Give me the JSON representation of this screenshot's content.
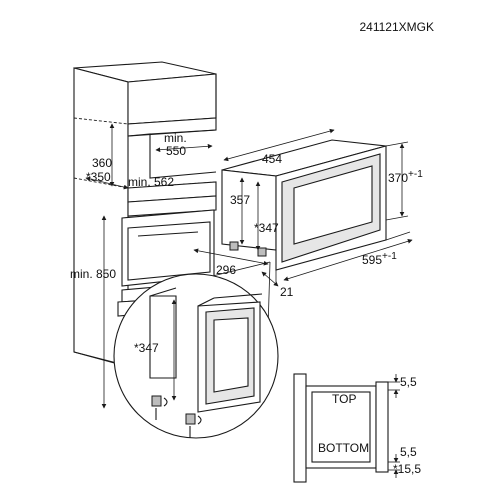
{
  "reference_code": "241121XMGK",
  "cabinet": {
    "niche_width": "min.\n550",
    "niche_depth": "min. 562",
    "niche_height": "360",
    "niche_height_alt": "*350",
    "cabinet_height": "min. 850"
  },
  "appliance": {
    "width": "454",
    "height_inner": "357",
    "height_alt": "*347",
    "front_height": "370",
    "front_height_tol": "+-1",
    "front_width": "595",
    "front_width_tol": "+-1",
    "depth": "296",
    "front_offset": "21"
  },
  "detail": {
    "height_alt": "*347"
  },
  "frame": {
    "top_label": "TOP",
    "bottom_label": "BOTTOM",
    "top_gap": "5,5",
    "bottom_gap": "5,5",
    "bottom_gap_alt": "*15,5"
  }
}
